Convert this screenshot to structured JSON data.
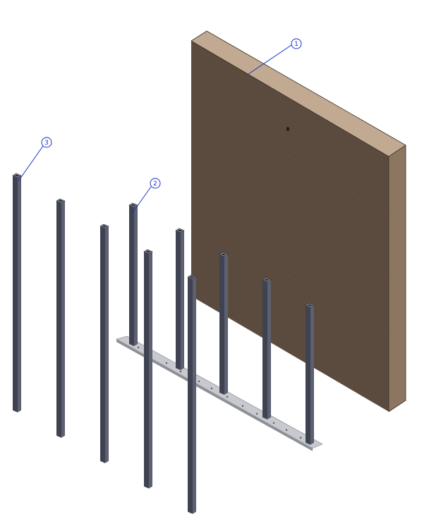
{
  "balloons": [
    {
      "number": "1",
      "part": "panel"
    },
    {
      "number": "2",
      "part": "base-rail-post"
    },
    {
      "number": "3",
      "part": "loose-post"
    }
  ],
  "colors": {
    "panel_front": "#5b4a3e",
    "panel_top": "#c2aa92",
    "panel_side": "#8c7662",
    "post_front": "#3f4250",
    "post_side": "#5c6070",
    "post_top": "#9a9eaa",
    "plate_top": "#c7c9ce",
    "plate_edge": "#8d9096",
    "leader": "#1a33cc"
  }
}
